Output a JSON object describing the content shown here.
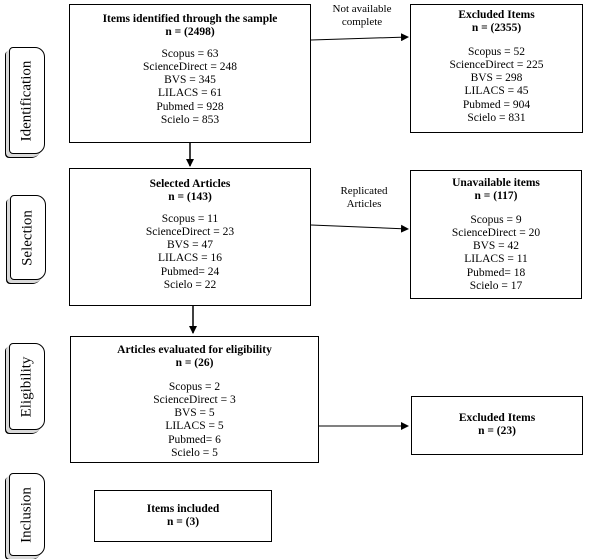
{
  "stages": {
    "identification": "Identification",
    "selection": "Selection",
    "eligibility": "Eligibility",
    "inclusion": "Inclusion"
  },
  "identified": {
    "title": "Items identified through the sample",
    "count": "n = (2498)",
    "sources": [
      "Scopus = 63",
      "ScienceDirect = 248",
      "BVS = 345",
      "LILACS = 61",
      "Pubmed = 928",
      "Scielo = 853"
    ]
  },
  "excluded_1": {
    "title": "Excluded Items",
    "count": "n = (2355)",
    "sources": [
      "Scopus = 52",
      "ScienceDirect = 225",
      "BVS = 298",
      "LILACS = 45",
      "Pubmed = 904",
      "Scielo =  831"
    ]
  },
  "selected": {
    "title": "Selected Articles",
    "count": "n = (143)",
    "sources": [
      "Scopus = 11",
      "ScienceDirect = 23",
      "BVS = 47",
      "LILACS = 16",
      "Pubmed= 24",
      "Scielo =  22"
    ]
  },
  "unavailable": {
    "title": "Unavailable items",
    "count": "n = (117)",
    "sources": [
      "Scopus = 9",
      "ScienceDirect = 20",
      "BVS = 42",
      "LILACS = 11",
      "Pubmed= 18",
      "Scielo =  17"
    ]
  },
  "eligibility": {
    "title": "Articles evaluated for eligibility",
    "count": "n = (26)",
    "sources": [
      "Scopus = 2",
      "ScienceDirect = 3",
      "BVS = 5",
      "LILACS = 5",
      "Pubmed= 6",
      "Scielo =  5"
    ]
  },
  "excluded_2": {
    "title": "Excluded Items",
    "count": "n = (23)"
  },
  "included": {
    "title": "Items included",
    "count": "n = (3)"
  },
  "edge_labels": {
    "not_available": [
      "Not available",
      "complete"
    ],
    "replicated": [
      "Replicated",
      "Articles"
    ]
  }
}
